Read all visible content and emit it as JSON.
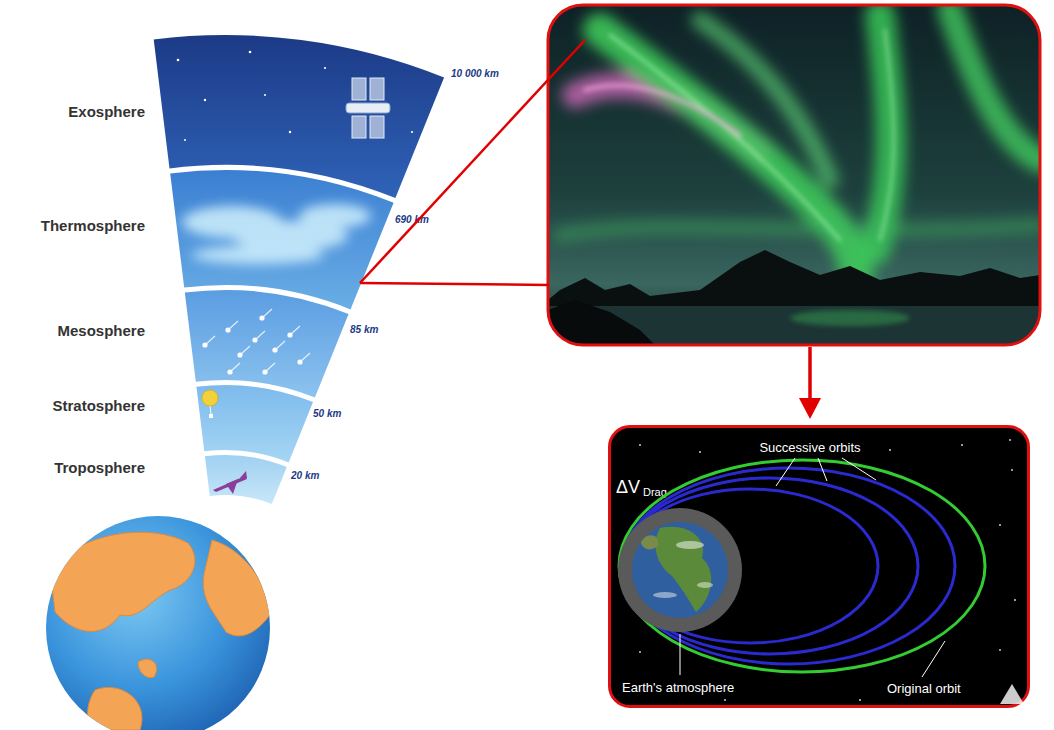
{
  "diagram": {
    "nodes": [
      {
        "text": [
          "Exosphere",
          "10 000 km"
        ]
      },
      {
        "text": [
          "Thermosphere",
          "690 km"
        ]
      },
      {
        "text": [
          "Mesosphere",
          "85 km"
        ]
      },
      {
        "text": [
          "Stratosphere",
          "50 km"
        ]
      },
      {
        "text": [
          "Troposphere",
          "20 km"
        ]
      },
      {
        "text": [
          "Successive orbits",
          "ΔV",
          "Drag",
          "Earth's atmosphere",
          "Original orbit"
        ]
      }
    ]
  }
}
